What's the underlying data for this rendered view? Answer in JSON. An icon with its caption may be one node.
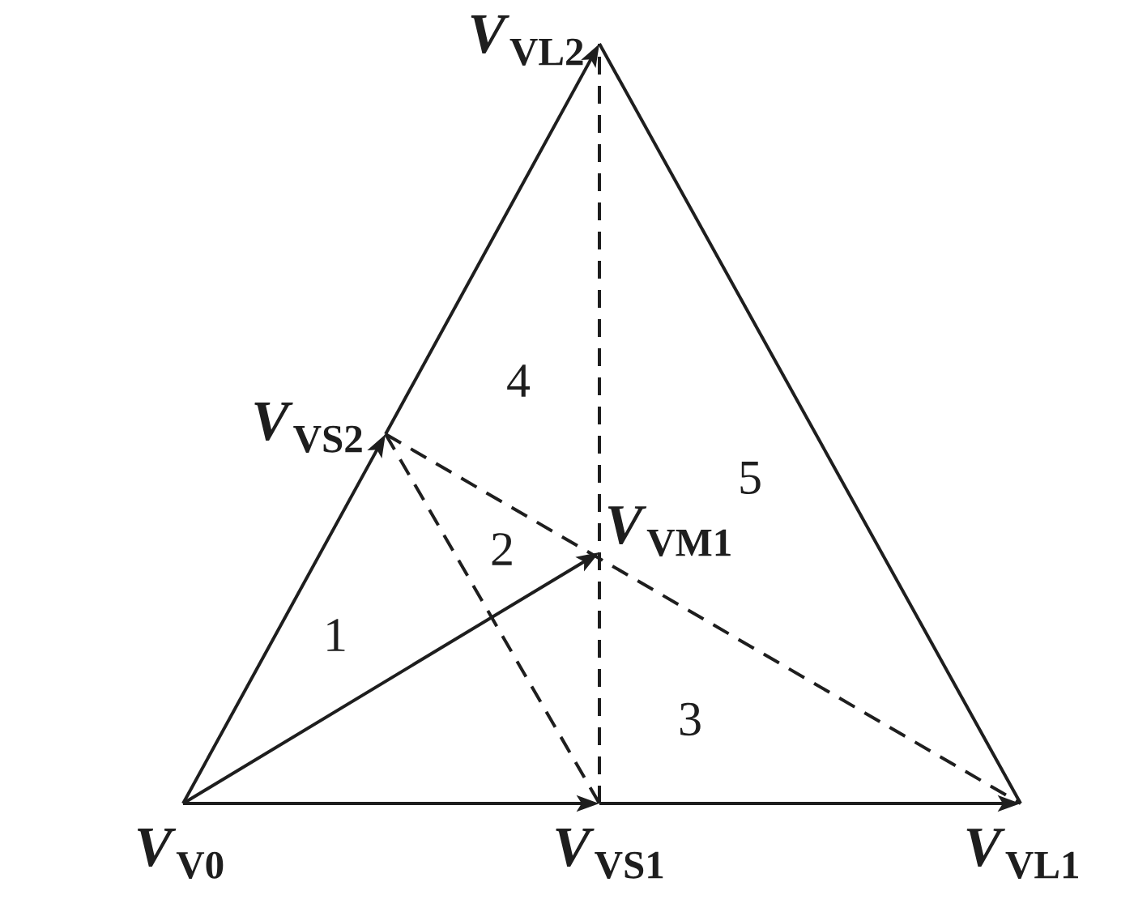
{
  "diagram": {
    "nodes": [
      {
        "text": [
          "*V*$_{VL2}$"
        ]
      },
      {
        "text": [
          "*V*$_{VS2}$"
        ]
      },
      {
        "text": [
          "*V*$_{VM1}$"
        ]
      },
      {
        "text": [
          "*V*$_{V0}$"
        ]
      },
      {
        "text": [
          "*V*$_{VS1}$"
        ]
      },
      {
        "text": [
          "*V*$_{VL1}$"
        ]
      }
    ],
    "edges": [
      {
        "from": 3,
        "to": 4,
        "arrow": "to"
      },
      {
        "from": 4,
        "to": 5,
        "arrow": "to"
      },
      {
        "from": 3,
        "to": 1,
        "arrow": "to"
      },
      {
        "from": 1,
        "to": 0,
        "arrow": "to"
      },
      {
        "from": 3,
        "to": 2,
        "arrow": "to"
      },
      {
        "from": 5,
        "to": 0,
        "arrow": "none"
      },
      {
        "from": 1,
        "to": 4,
        "arrow": "none",
        "style": "dashed"
      },
      {
        "from": 1,
        "to": 5,
        "arrow": "none",
        "style": "dashed"
      },
      {
        "from": 4,
        "to": 0,
        "arrow": "none",
        "style": "dashed"
      }
    ],
    "labels": [
      "4",
      "5",
      "2",
      "1",
      "3"
    ]
  }
}
